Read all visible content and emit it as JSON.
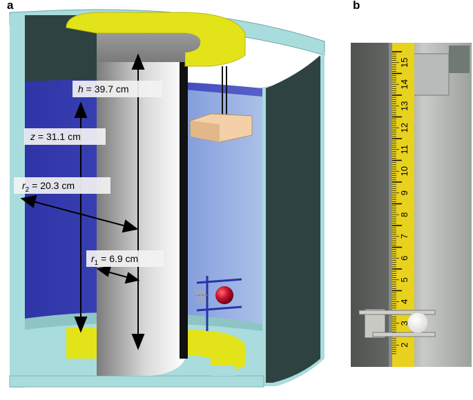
{
  "panels": {
    "a": "a",
    "b": "b"
  },
  "annotations": {
    "h": {
      "var": "h",
      "value": " = 39.7 cm"
    },
    "z": {
      "var": "z",
      "value": " = 31.1 cm"
    },
    "r2": {
      "var": "r",
      "sub": "2",
      "value": " = 20.3 cm"
    },
    "r1": {
      "var": "r",
      "sub": "1",
      "value": " = 6.9 cm"
    }
  },
  "ruler": {
    "ticks": [
      "15",
      "14",
      "13",
      "12",
      "11",
      "10",
      "9",
      "8",
      "7",
      "6",
      "5",
      "4",
      "3",
      "2"
    ],
    "color": "#e8d21e"
  },
  "colors": {
    "outer_wall": "#2e4241",
    "water": "#3f46b8",
    "rim": "#a9dcdc",
    "inner_column": "#8c8c8c",
    "yellow": "#e3e31a",
    "weight_box": "#f3d0a8",
    "ball": "#c8102e",
    "mechanism": "#2833a6"
  },
  "icons": [
    "cylinder-tank-diagram",
    "photo-ruler-ball"
  ]
}
